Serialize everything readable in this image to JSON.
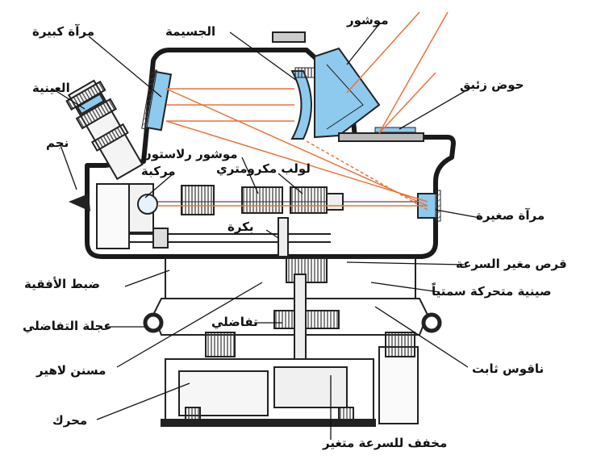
{
  "labels": {
    "large_mirror": "مرآة كبيرة",
    "objective": "الجسيمة",
    "prism": "موشور",
    "mercury_basin": "حوض زئبق",
    "eyepiece": "العينية",
    "star": "نجم",
    "rolleston_prism": "موشور رلاستون",
    "composite": "مركبة",
    "micrometer_screw": "لولب مكرومتري",
    "small_mirror": "مرآة صغيرة",
    "pulley": "بكرة",
    "speed_disc": "قرص مغير السرعة",
    "horizontal_adjust": "ضبط الأفقية",
    "moving_plate": "صينية متحركة سمتياً",
    "differential": "تفاضلي",
    "differential_wheel": "عجلة التفاضلي",
    "lahire_gear": "مسنن لاهير",
    "fixed_bell": "ناقوس ثابت",
    "motor": "محرك",
    "variable_reducer": "مخفف للسرعة متغير"
  },
  "colors": {
    "light_ray": "#e8743b",
    "glass": "#8ec9ee",
    "outline": "#1a1a1a",
    "hatch": "#555555"
  }
}
